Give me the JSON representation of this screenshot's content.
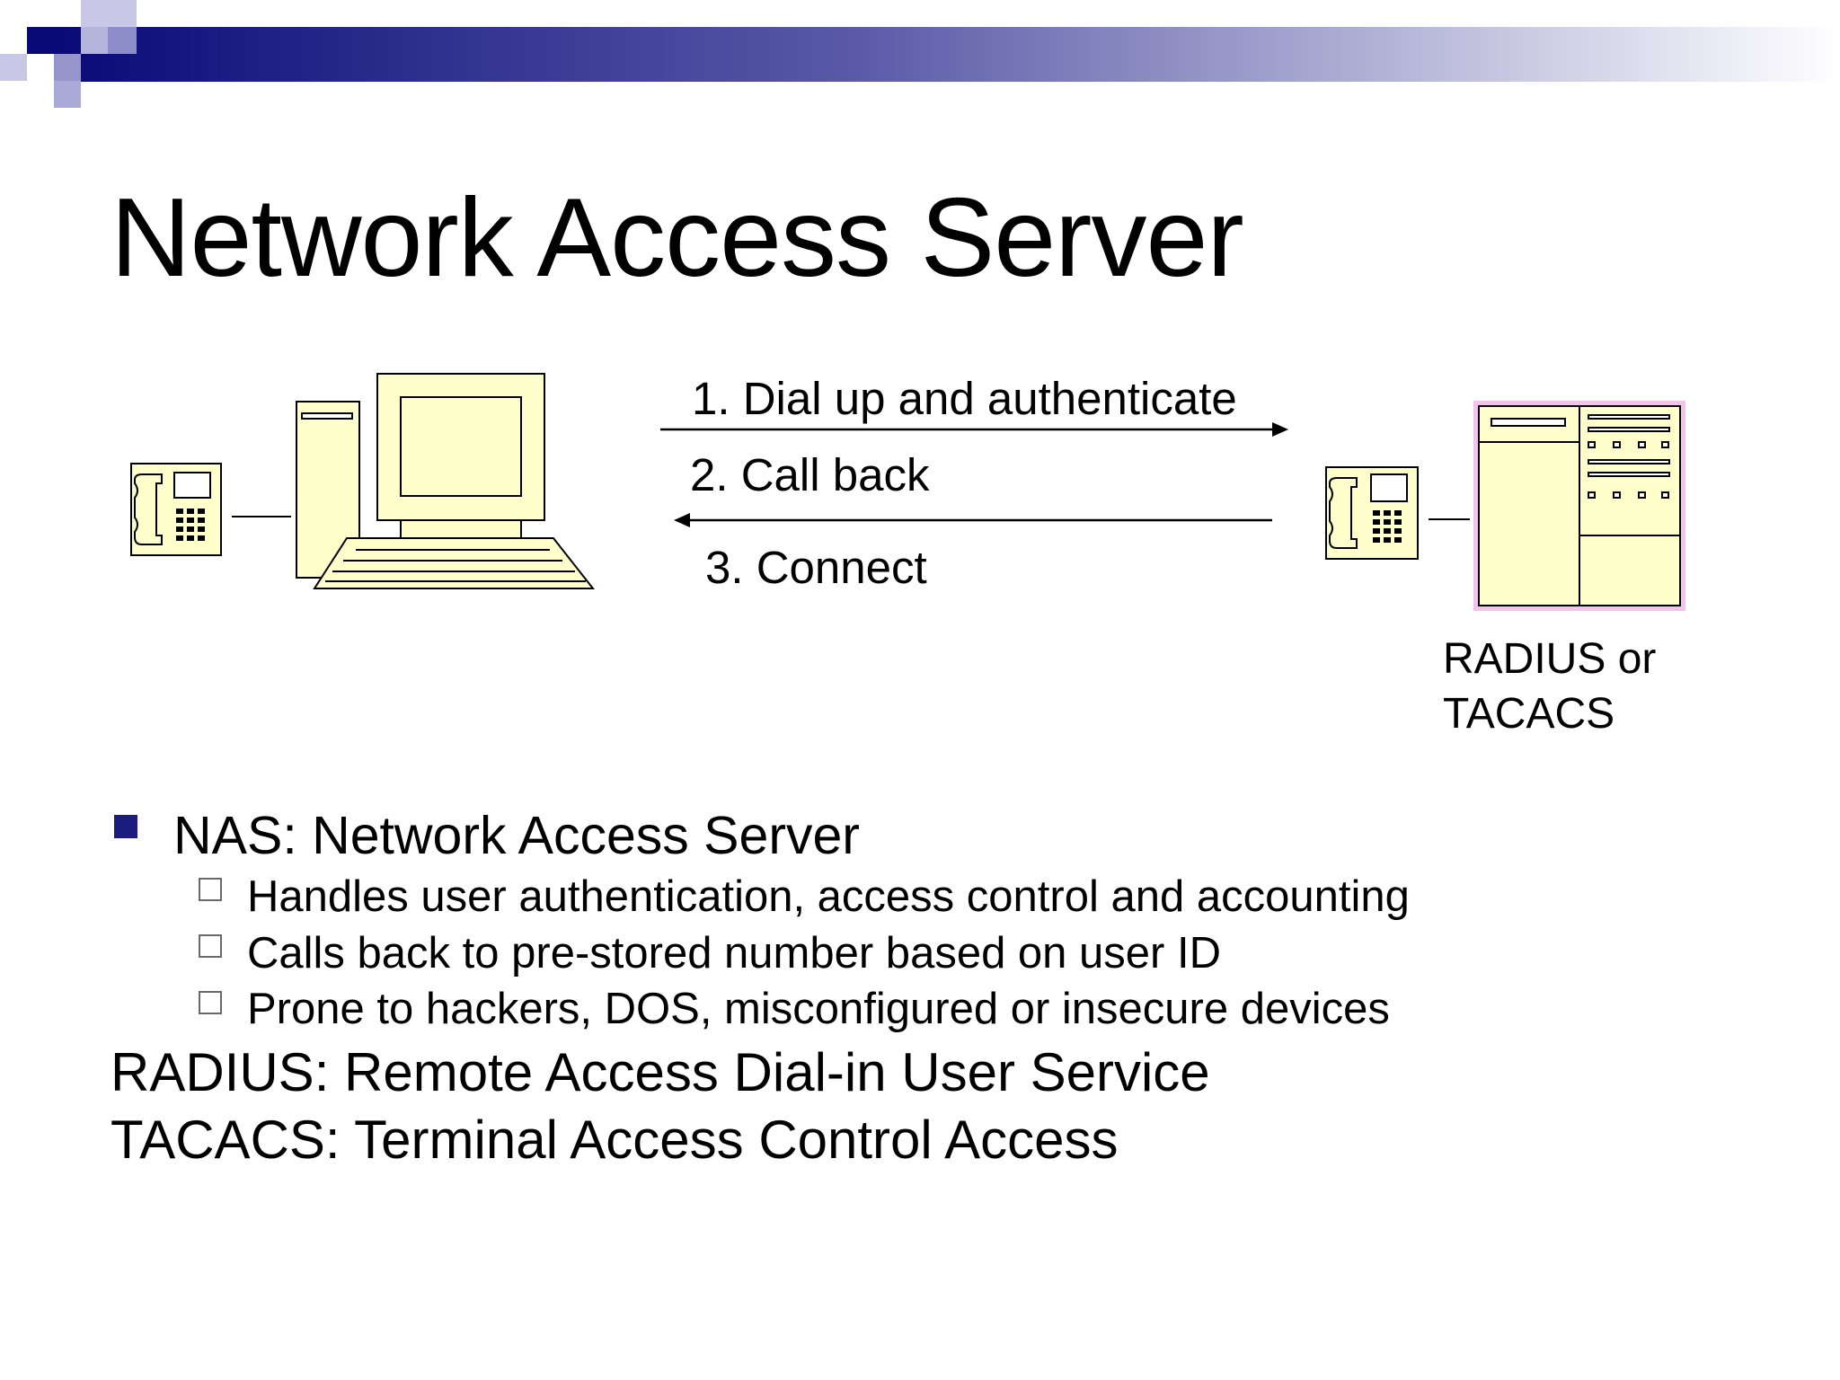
{
  "slide": {
    "title": "Network Access Server",
    "accent_color": "#0a0a78"
  },
  "diagram": {
    "steps": [
      {
        "label": "1.  Dial up and authenticate",
        "direction": "right"
      },
      {
        "label": "2.  Call back",
        "direction": "left"
      },
      {
        "label": "3.  Connect",
        "direction": "none"
      }
    ],
    "server_label": [
      "RADIUS or",
      "TACACS"
    ],
    "device_fill": "#ffffcc",
    "server_border": "#f0b8e8"
  },
  "bullets": [
    {
      "text": "NAS: Network Access Server",
      "children": [
        "Handles user authentication, access control and accounting",
        "Calls back to pre-stored number based on user ID",
        "Prone to hackers, DOS, misconfigured or insecure devices"
      ]
    }
  ],
  "lines": [
    "RADIUS: Remote Access Dial-in User Service",
    "TACACS: Terminal Access Control Access"
  ]
}
